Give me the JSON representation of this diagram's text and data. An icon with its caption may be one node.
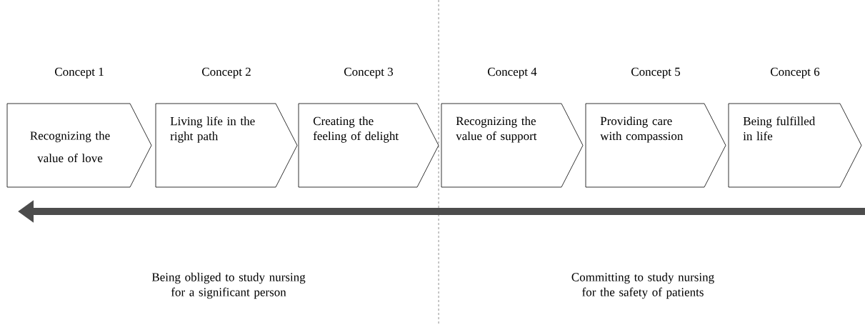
{
  "diagram": {
    "nodes": [
      {
        "text": [
          "Concept 1",
          "Recognizing the value of love"
        ]
      },
      {
        "text": [
          "Concept 2",
          "Living life in the right path"
        ]
      },
      {
        "text": [
          "Concept 3",
          "Creating the feeling of delight"
        ]
      },
      {
        "text": [
          "Concept 4",
          "Recognizing the value of support"
        ]
      },
      {
        "text": [
          "Concept 5",
          "Providing care with compassion"
        ]
      },
      {
        "text": [
          "Concept 6",
          "Being fulfilled in life"
        ]
      }
    ],
    "labels": [
      "Being obliged to study nursing for a significant person",
      "Committing to study nursing for the safety of patients"
    ]
  }
}
